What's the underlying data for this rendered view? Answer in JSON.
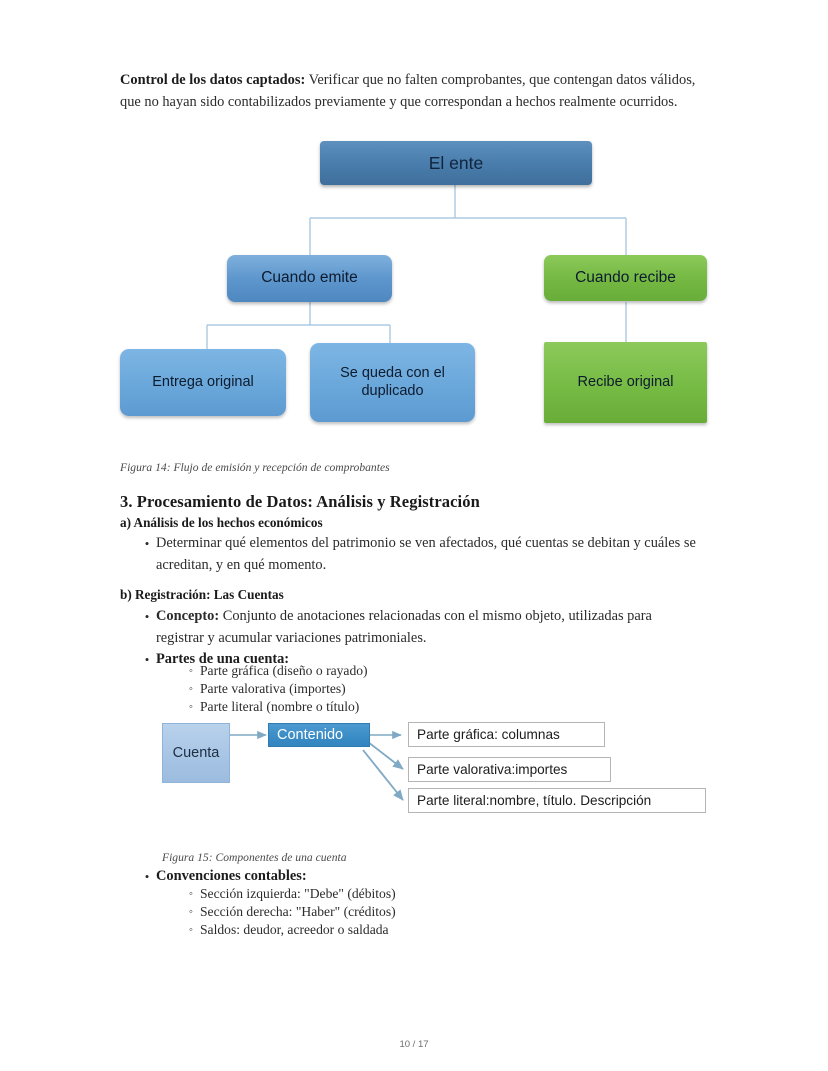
{
  "document": {
    "page_footer": "10 / 17"
  },
  "intro_paragraph": {
    "lead": "Control de los datos captados:",
    "body": " Verificar que no falten comprobantes, que contengan datos válidos, que no hayan sido contabilizados previamente y que correspondan a hechos realmente ocurridos."
  },
  "figure14": {
    "caption": "Figura 14: Flujo de emisión y recepción de comprobantes",
    "nodes": {
      "root": "El ente",
      "emite": "Cuando emite",
      "recibe": "Cuando recibe",
      "entrega_original": "Entrega original",
      "se_queda_duplicado": "Se queda con el duplicado",
      "recibe_original": "Recibe original"
    },
    "colors": {
      "root_blue": "#4b7fae",
      "mid_blue": "#5e97cd",
      "leaf_blue": "#6aa7da",
      "green": "#74b842",
      "connector": "#9cc0dd"
    }
  },
  "section3": {
    "heading": "3. Procesamiento de Datos: Análisis y Registración",
    "subsection_a": {
      "title": "a) Análisis de los hechos económicos",
      "bullets": [
        "Determinar qué elementos del patrimonio se ven afectados, qué cuentas se debitan y cuáles se acreditan, y en qué momento."
      ]
    },
    "subsection_b": {
      "title": "b) Registración: Las Cuentas",
      "concepto_label": "Concepto:",
      "concepto_text": " Conjunto de anotaciones relacionadas con el mismo objeto, utilizadas para registrar y acumular variaciones patrimoniales.",
      "partes_label": "Partes de una cuenta:",
      "partes_items": [
        "Parte gráfica (diseño o rayado)",
        "Parte valorativa (importes)",
        "Parte literal (nombre o título)"
      ],
      "convenciones_label": "Convenciones contables:",
      "convenciones_items": [
        "Sección izquierda: \"Debe\" (débitos)",
        "Sección derecha: \"Haber\" (créditos)",
        "Saldos: deudor, acreedor o saldada"
      ]
    }
  },
  "figure15": {
    "caption": "Figura 15: Componentes de una cuenta",
    "nodes": {
      "cuenta": "Cuenta",
      "contenido": "Contenido",
      "parte_grafica": "Parte gráfica: columnas",
      "parte_valorativa": "Parte valorativa:importes",
      "parte_literal": "Parte literal:nombre, título. Descripción"
    },
    "colors": {
      "cuenta_fill": "#a6c4e4",
      "contenido_fill": "#3a8cc6",
      "arrow": "#7fa9c4"
    }
  }
}
